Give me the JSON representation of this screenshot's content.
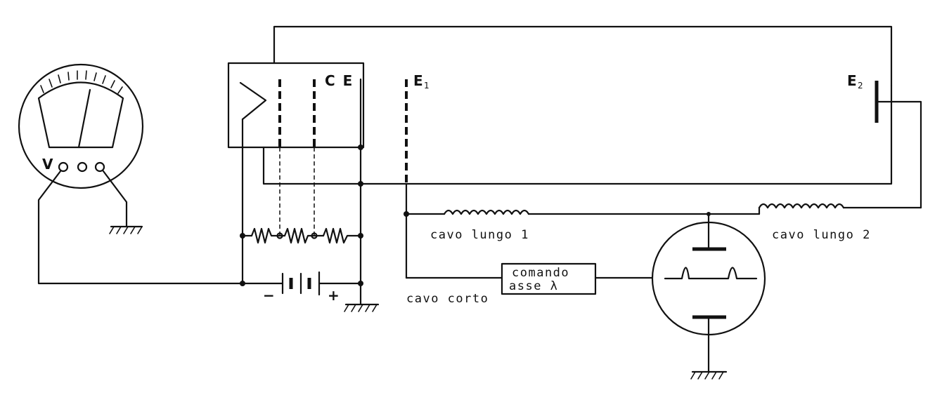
{
  "labels": {
    "voltmeter": "V",
    "ce": "C E",
    "e1": "E",
    "e1_sub": "1",
    "e2": "E",
    "e2_sub": "2",
    "cable_long_1": "cavo lungo 1",
    "cable_long_2": "cavo lungo 2",
    "cable_short": "cavo corto",
    "control_line1": "comando",
    "control_line2": "asse  λ",
    "battery_minus": "−",
    "battery_plus": "+"
  }
}
